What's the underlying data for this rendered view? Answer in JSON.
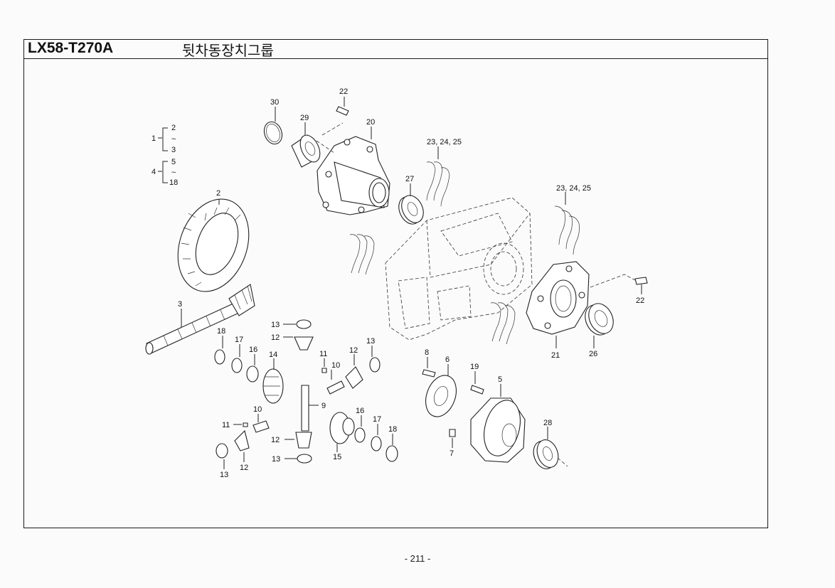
{
  "header": {
    "model": "LX58-T270A",
    "title": "뒷차동장치그룹"
  },
  "footer": {
    "page": "- 211 -"
  },
  "assemblies": [
    {
      "number": "1",
      "from": "2",
      "to": "3"
    },
    {
      "number": "4",
      "from": "5",
      "to": "18"
    }
  ],
  "range_mark": "~",
  "callouts": {
    "c2": "2",
    "c3": "3",
    "c5": "5",
    "c6": "6",
    "c7": "7",
    "c8": "8",
    "c9": "9",
    "c10a": "10",
    "c10b": "10",
    "c11a": "11",
    "c11b": "11",
    "c12a": "12",
    "c12b": "12",
    "c12c": "12",
    "c12d": "12",
    "c13a": "13",
    "c13b": "13",
    "c13c": "13",
    "c13d": "13",
    "c14": "14",
    "c15": "15",
    "c16a": "16",
    "c16b": "16",
    "c17a": "17",
    "c17b": "17",
    "c18a": "18",
    "c18b": "18",
    "c19": "19",
    "c20": "20",
    "c21": "21",
    "c22a": "22",
    "c22b": "22",
    "c23a": "23, 24, 25",
    "c23b": "23, 24, 25",
    "c26": "26",
    "c27": "27",
    "c28": "28",
    "c29": "29",
    "c30": "30"
  }
}
